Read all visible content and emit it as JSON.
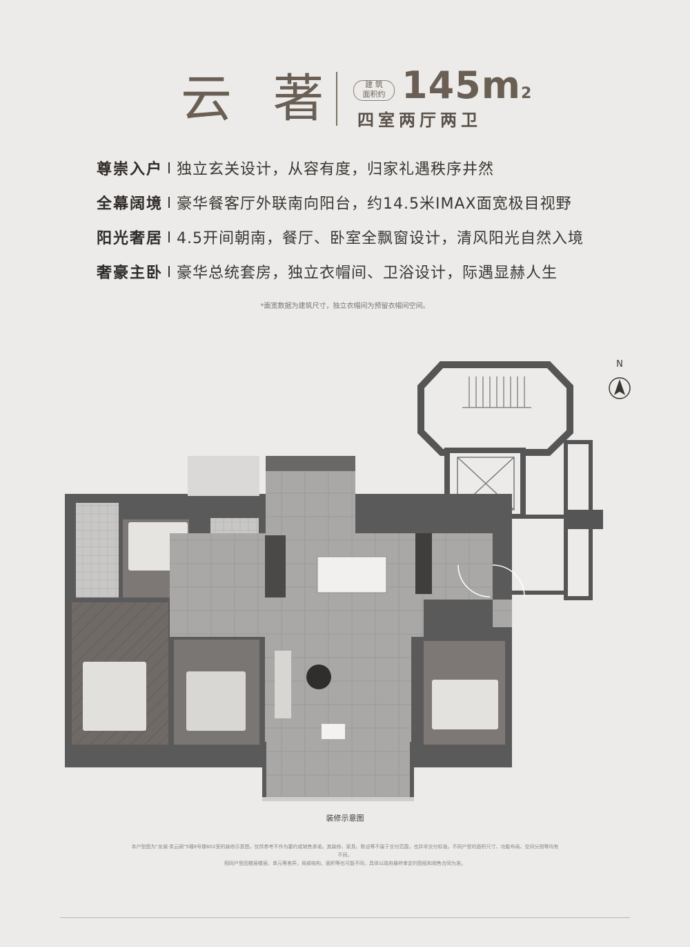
{
  "header": {
    "name": "云 著",
    "area_label_top": "建 筑",
    "area_label_bottom": "面积约",
    "area_value": "145m",
    "area_unit_sup": "2",
    "layout_type": "四室两厅两卫"
  },
  "features": [
    {
      "title": "尊崇入户",
      "desc": "独立玄关设计，从容有度，归家礼遇秩序井然"
    },
    {
      "title": "全幕阔境",
      "desc": "豪华餐客厅外联南向阳台，约14.5米IMAX面宽极目视野"
    },
    {
      "title": "阳光奢居",
      "desc": "4.5开间朝南，餐厅、卧室全飘窗设计，清风阳光自然入境"
    },
    {
      "title": "奢豪主卧",
      "desc": "豪华总统套房，独立衣帽间、卫浴设计，际遇显赫人生"
    }
  ],
  "note": "*面宽数据为建筑尺寸，独立衣帽间为预留衣帽间空间。",
  "compass": {
    "label": "N"
  },
  "plan": {
    "caption": "装修示意图"
  },
  "disclaimer": {
    "line1": "本户型图为\"龙湖·青云阙\"5幢8号楼602室的装修示意图，仅供参考不作为要约或销售承诺。其装修、家具、陈设等不属于交付范围，也并非交付标准。不同户型的面积尺寸、功能布局、空间分割等均有不同，",
    "line2": "相同户型因楼层楼层、单元等差异，局部结构、面积等也可能不同，具体以政府最终审定的图纸和销售合同为准。"
  },
  "colors": {
    "background": "#ecebe9",
    "wall": "#5b5a5a",
    "floor_stone": "#a7a6a4",
    "floor_wood": "#6f6a66",
    "accent_brown": "#6a5f54"
  }
}
